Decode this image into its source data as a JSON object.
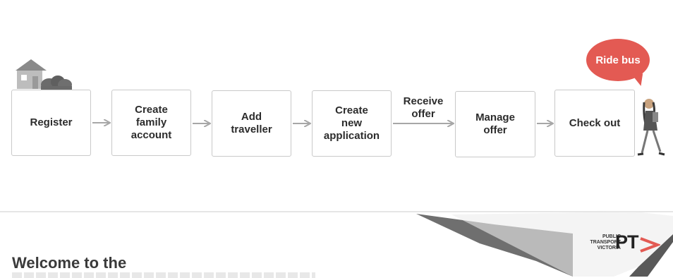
{
  "steps": [
    {
      "label": "Register"
    },
    {
      "label": "Create\nfamily\naccount"
    },
    {
      "label": "Add\ntraveller"
    },
    {
      "label": "Create\nnew\napplication"
    },
    {
      "label": "Manage\noffer"
    },
    {
      "label": "Check out"
    }
  ],
  "connector_label": "Receive\noffer",
  "ride_bubble": "Ride bus",
  "logo": {
    "small_text": "PUBLIC\nTRANSPORT\nVICTORIA",
    "big_text": "PT"
  },
  "welcome_text": "Welcome to the",
  "colors": {
    "arrow": "#a7a7a7",
    "step_border": "#c9c9c9",
    "bubble": "#e35a53",
    "text": "#2c2c2c"
  }
}
